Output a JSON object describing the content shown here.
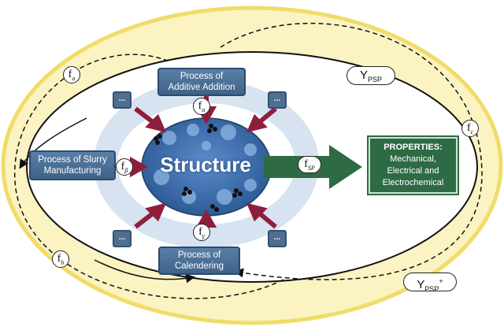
{
  "processes": {
    "additive": [
      "Process of",
      "Additive Addition"
    ],
    "slurry": [
      "Process of Slurry",
      "Manufacturing"
    ],
    "calendering": [
      "Process of",
      "Calendering"
    ]
  },
  "placeholder_label": "...",
  "structure_label": "Structure",
  "properties": {
    "heading": "PROPERTIES:",
    "lines": [
      "Mechanical,",
      "Electrical and",
      "Electrochemical"
    ]
  },
  "tags": {
    "fa": {
      "base": "f",
      "sub": "a"
    },
    "fb": {
      "base": "f",
      "sub": "b"
    },
    "fc": {
      "base": "f",
      "sub": "c"
    },
    "f_alpha": {
      "base": "f",
      "sub": "α"
    },
    "f_beta": {
      "base": "f",
      "sub": "β"
    },
    "f_gamma": {
      "base": "f",
      "sub": "γ"
    },
    "f_sp": {
      "base": "f",
      "sub": "SP"
    }
  },
  "y_psp": {
    "base": "Y",
    "sub": "PSP"
  },
  "y_psp_plus": {
    "base": "Y",
    "sub": "PSP",
    "sup": "+"
  },
  "colors": {
    "outer_fill": "#fbf3c2",
    "ring": "#d9e4f0",
    "structure": "#3b6aa6",
    "arrow_red": "#8e1f3c",
    "arrow_green": "#2e6b45",
    "process_box": "#4a6f98"
  }
}
